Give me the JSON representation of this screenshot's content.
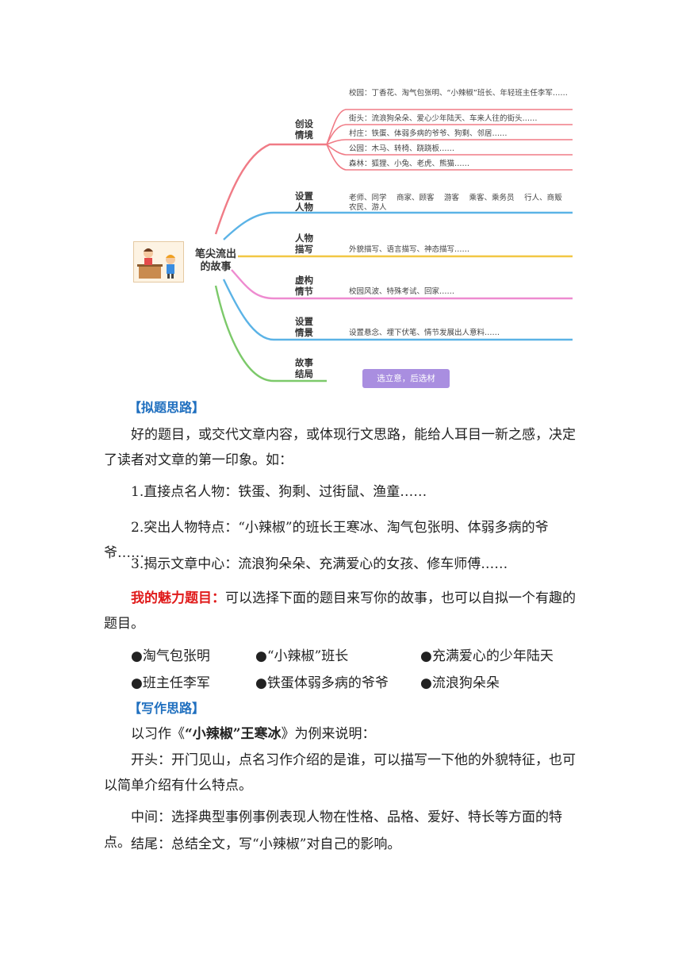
{
  "mindmap": {
    "center": "笔尖流出的故事",
    "branches": [
      {
        "label": "创设情境",
        "color": "#f07b86",
        "items": [
          "校园：丁香花、淘气包张明、“小辣椒”班长、年轻班主任李军……",
          "街头：流浪狗朵朵、爱心少年陆天、车来人往的街头……",
          "村庄：铁蛋、体弱多病的爷爷、狗剩、邻居……",
          "公园：木马、转椅、跷跷板……",
          "森林：狐狸、小兔、老虎、熊猫……"
        ]
      },
      {
        "label": "设置人物",
        "color": "#5bb3e6",
        "items": [
          "老师、同学　 商家、顾客　 游客　 乘客、乘务员　 行人、商贩　 农民、游人"
        ]
      },
      {
        "label": "人物描写",
        "color": "#f2c744",
        "items": [
          "外貌描写、语言描写、神态描写……"
        ]
      },
      {
        "label": "虚构情节",
        "color": "#ee8bd0",
        "items": [
          "校园风波、特殊考试、回家……"
        ]
      },
      {
        "label": "设置情景",
        "color": "#5bb3e6",
        "items": [
          "设置悬念、埋下伏笔、情节发展出人意料……"
        ]
      },
      {
        "label": "故事结局",
        "color": "#7cc96a",
        "items": []
      }
    ],
    "button": "选立意，后选材"
  },
  "section1": {
    "heading": "【拟题思路】",
    "intro": "好的题目，或交代文章内容，或体现行文思路，能给人耳目一新之感，决定了读者对文章的第一印象。如：",
    "points": [
      "1.直接点名人物：铁蛋、狗剩、过街鼠、渔童……",
      "2.突出人物特点：“小辣椒”的班长王寒冰、淘气包张明、体弱多病的爷爷……",
      "3.揭示文章中心：流浪狗朵朵、充满爱心的女孩、修车师傅……"
    ],
    "charm_label": "我的魅力题目：",
    "charm_text": "可以选择下面的题目来写你的故事，也可以自拟一个有趣的题目。",
    "options": [
      "●淘气包张明",
      "●“小辣椒”班长",
      "●充满爱心的少年陆天",
      "●班主任李军",
      "●铁蛋体弱多病的爷爷",
      "●流浪狗朵朵"
    ]
  },
  "section2": {
    "heading": "【写作思路】",
    "example_pre": "以习作《",
    "example_title": "“小辣椒”王寒冰",
    "example_post": "》为例来说明：",
    "opening": "开头：开门见山，点名习作介绍的是谁，可以描写一下他的外貌特征，也可以简单介绍有什么特点。",
    "middle": "中间：选择典型事例事例表现人物在性格、品格、爱好、特长等方面的特点。",
    "ending": "结尾：总结全文，写“小辣椒”对自己的影响。"
  }
}
